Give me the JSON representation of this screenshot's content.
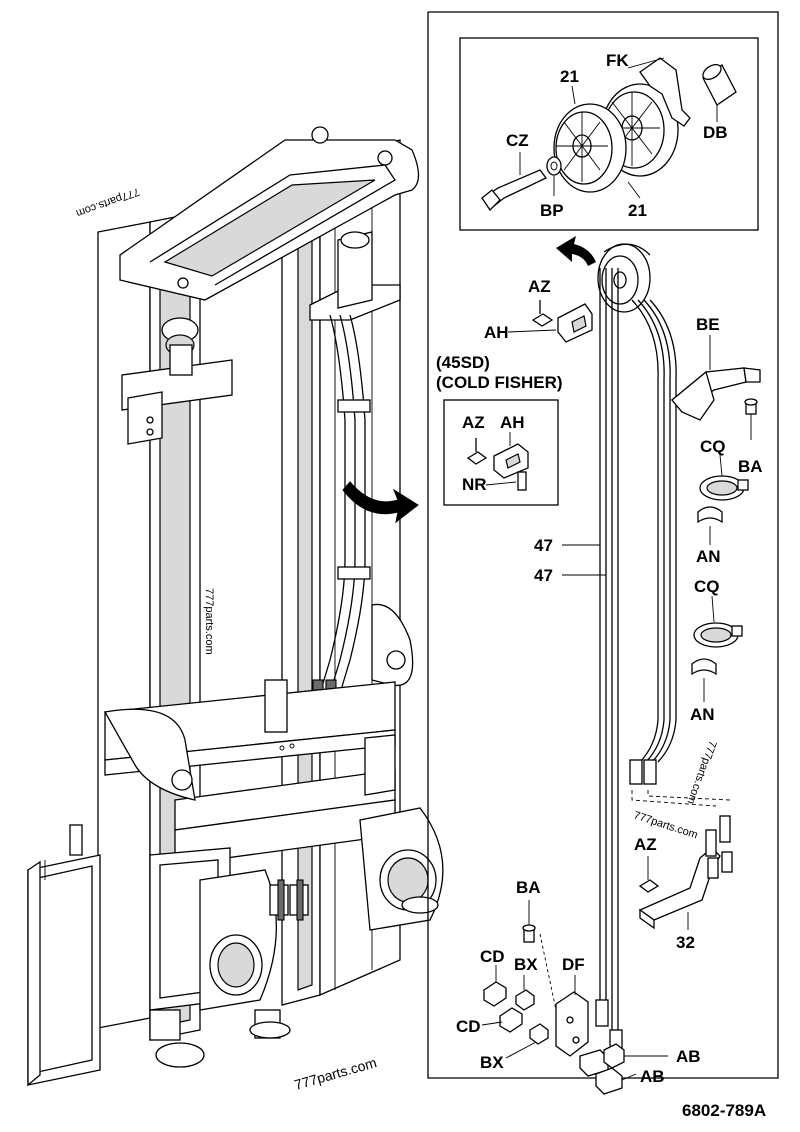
{
  "document_number": "6802-789A",
  "watermark": "777parts.com",
  "variant_caption": {
    "line1": "(45SD)",
    "line2": "(COLD FISHER)"
  },
  "callouts": {
    "fk": "FK",
    "pulley_top": "21",
    "pulley_bottom": "21",
    "cz": "CZ",
    "db": "DB",
    "bp": "BP",
    "az_top": "AZ",
    "ah_top": "AH",
    "be": "BE",
    "az_inset": "AZ",
    "ah_inset": "AH",
    "nr": "NR",
    "cq_top": "CQ",
    "ba_right": "BA",
    "an_top": "AN",
    "cq_bottom": "CQ",
    "an_bottom": "AN",
    "hose_1": "47",
    "hose_2": "47",
    "az_bottom": "AZ",
    "bracket_32": "32",
    "ba_bottom": "BA",
    "cd_top": "CD",
    "bx_top": "BX",
    "df": "DF",
    "cd_bottom": "CD",
    "bx_bottom": "BX",
    "ab_top": "AB",
    "ab_bottom": "AB"
  }
}
